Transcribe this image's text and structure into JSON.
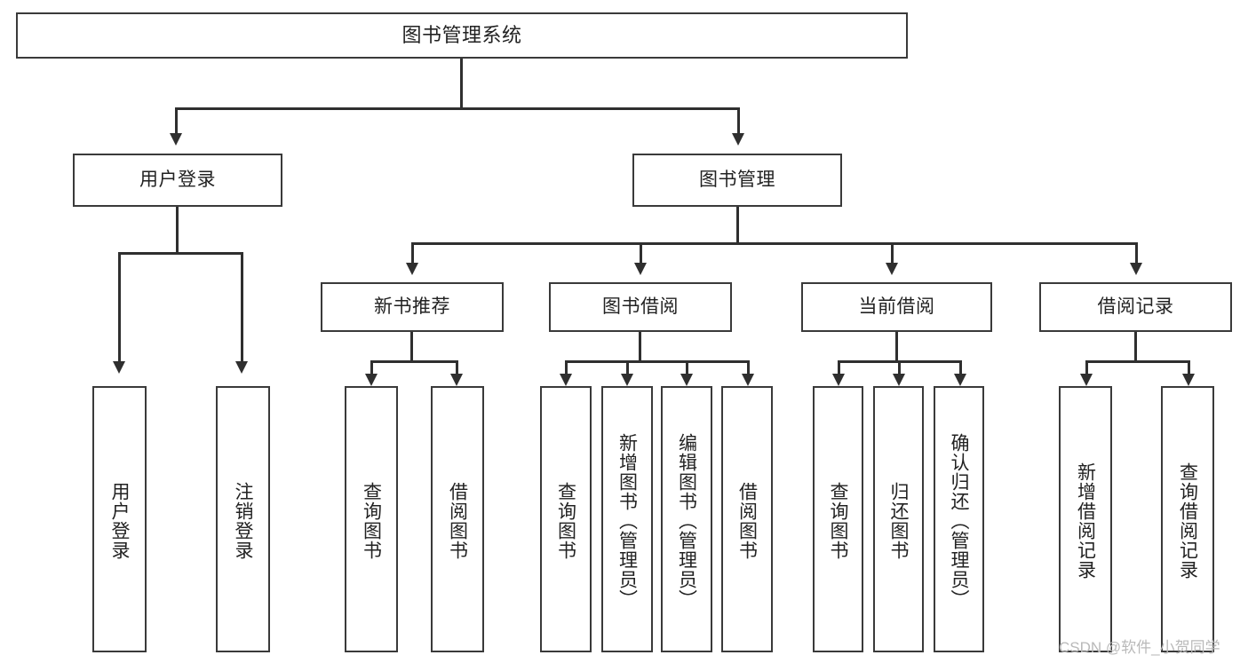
{
  "diagram": {
    "title": "图书管理系统",
    "type": "functional-decomposition-tree",
    "root": {
      "label": "图书管理系统"
    },
    "level2": [
      {
        "label": "用户登录"
      },
      {
        "label": "图书管理"
      }
    ],
    "level3": [
      {
        "label": "新书推荐"
      },
      {
        "label": "图书借阅"
      },
      {
        "label": "当前借阅"
      },
      {
        "label": "借阅记录"
      }
    ],
    "leaves": {
      "user_login": [
        {
          "label": "用户登录"
        },
        {
          "label": "注销登录"
        }
      ],
      "new_book_recommend": [
        {
          "label": "查询图书"
        },
        {
          "label": "借阅图书"
        }
      ],
      "book_borrow": [
        {
          "label": "查询图书"
        },
        {
          "label": "新增图书（管理员）"
        },
        {
          "label": "编辑图书（管理员）"
        },
        {
          "label": "借阅图书"
        }
      ],
      "current_borrow": [
        {
          "label": "查询图书"
        },
        {
          "label": "归还图书"
        },
        {
          "label": "确认归还（管理员）"
        }
      ],
      "borrow_record": [
        {
          "label": "新增借阅记录"
        },
        {
          "label": "查询借阅记录"
        }
      ]
    }
  },
  "watermark": {
    "text": "CSDN @软件_小贺同学"
  },
  "colors": {
    "stroke": "#3a3a3a",
    "connector": "#2f2f2f",
    "text": "#222222",
    "background": "#ffffff",
    "watermark": "#b9b9b9"
  }
}
